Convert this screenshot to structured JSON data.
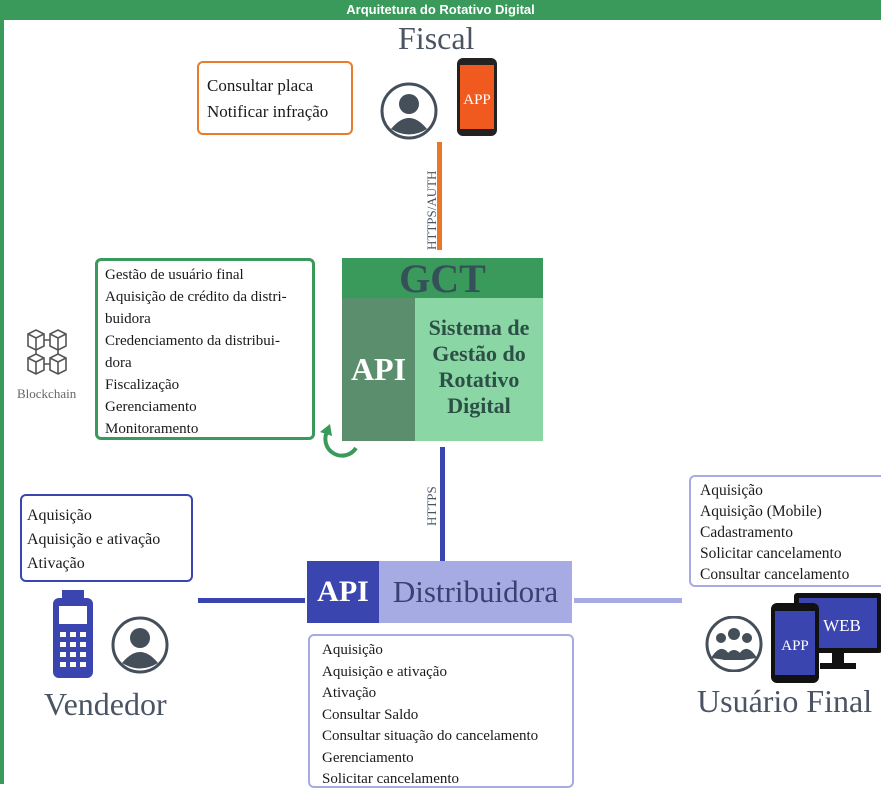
{
  "header": {
    "title": "Arquitetura do Rotativo Digital"
  },
  "fiscal": {
    "title": "Fiscal",
    "actions": [
      "Consultar placa",
      "Notificar infração"
    ],
    "app_label": "APP",
    "link_label": "HTTPS/AUTH"
  },
  "gct": {
    "title": "GCT",
    "api_label": "API",
    "name_lines": [
      "Sistema de",
      "Gestão do",
      "Rotativo",
      "Digital"
    ],
    "functions": [
      "Gestão de usuário final",
      "Aquisição de crédito da distri-",
      "buidora",
      "Credenciamento da distribui-",
      "dora",
      "Fiscalização",
      "Gerenciamento",
      "Monitoramento"
    ]
  },
  "blockchain": {
    "label": "Blockchain"
  },
  "link_gct_distribuidora": {
    "label": "HTTPS"
  },
  "distribuidora": {
    "api_label": "API",
    "name": "Distribuidora",
    "functions": [
      "Aquisição",
      "Aquisição e ativação",
      "Ativação",
      "Consultar Saldo",
      "Consultar situação do cancelamento",
      "Gerenciamento",
      "Solicitar cancelamento"
    ]
  },
  "vendedor": {
    "title": "Vendedor",
    "functions": [
      "Aquisição",
      "Aquisição e ativação",
      "Ativação"
    ]
  },
  "usuario_final": {
    "title": "Usuário Final",
    "app_label": "APP",
    "web_label": "WEB",
    "functions": [
      "Aquisição",
      "Aquisição (Mobile)",
      "Cadastramento",
      "Solicitar cancelamento",
      "Consultar cancelamento"
    ]
  },
  "colors": {
    "green": "#3a9a5b",
    "orange": "#e87c2a",
    "blue": "#3a45b0",
    "light_blue": "#a7abe3"
  }
}
